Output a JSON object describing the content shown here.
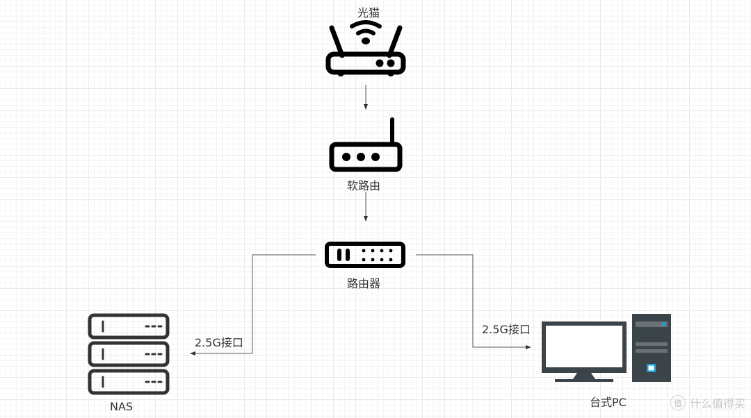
{
  "diagram": {
    "nodes": {
      "modem": {
        "label": "光猫",
        "icon": "wifi-router-icon"
      },
      "soft_router": {
        "label": "软路由",
        "icon": "router-antenna-icon"
      },
      "router": {
        "label": "路由器",
        "icon": "network-switch-icon"
      },
      "nas": {
        "label": "NAS",
        "icon": "server-stack-icon"
      },
      "pc": {
        "label": "台式PC",
        "icon": "desktop-computer-icon"
      }
    },
    "edges": [
      {
        "from": "modem",
        "to": "soft_router",
        "label": ""
      },
      {
        "from": "soft_router",
        "to": "router",
        "label": ""
      },
      {
        "from": "router",
        "to": "nas",
        "label": "2.5G接口"
      },
      {
        "from": "router",
        "to": "pc",
        "label": "2.5G接口"
      }
    ],
    "colors": {
      "icon_black": "#000000",
      "pc_dark": "#3b4448",
      "pc_gray": "#6b7275",
      "pc_accent": "#1aa3d9",
      "line": "#555555"
    }
  },
  "watermark": {
    "badge": "值",
    "text": "什么值得买"
  }
}
